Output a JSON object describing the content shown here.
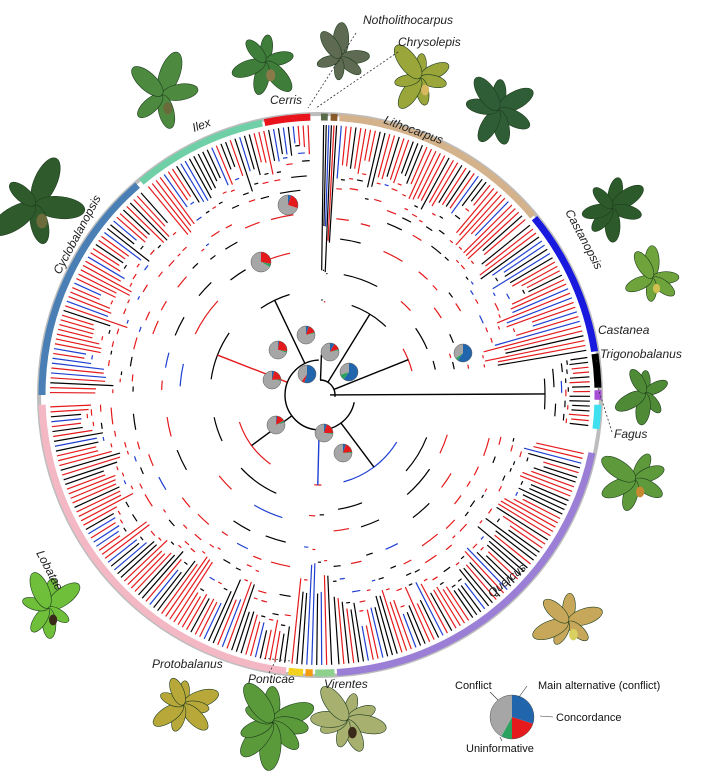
{
  "clades": [
    {
      "id": "cerris",
      "label": "Cerris",
      "color": "#e8131b"
    },
    {
      "id": "ilex",
      "label": "Ilex",
      "color": "#6fcfa7"
    },
    {
      "id": "cyclobalanopsis",
      "label": "Cyclobalanopsis",
      "color": "#4a7fb5"
    },
    {
      "id": "lobatae",
      "label": "Lobatae",
      "color": "#f4b8c4"
    },
    {
      "id": "protobalanus",
      "label": "Protobalanus",
      "color": "#f2d21f"
    },
    {
      "id": "ponticae",
      "label": "Ponticae",
      "color": "#f39c12"
    },
    {
      "id": "virentes",
      "label": "Virentes",
      "color": "#8ed08e"
    },
    {
      "id": "quercus",
      "label": "Quercus",
      "color": "#9b7fd6"
    },
    {
      "id": "fagus",
      "label": "Fagus",
      "color": "#3fe0f0"
    },
    {
      "id": "trigonobalanus",
      "label": "Trigonobalanus",
      "color": "#a64fd6"
    },
    {
      "id": "castanea",
      "label": "Castanea",
      "color": "#000000"
    },
    {
      "id": "castanopsis",
      "label": "Castanopsis",
      "color": "#1a1adf"
    },
    {
      "id": "lithocarpus",
      "label": "Lithocarpus",
      "color": "#d4b28c"
    },
    {
      "id": "chrysolepis",
      "label": "Chrysolepis",
      "color": "#8b5a2b"
    },
    {
      "id": "notholithocarpus",
      "label": "Notholithocarpus",
      "color": "#5a6b4a"
    }
  ],
  "legend": {
    "conflict": "Conflict",
    "main_alternative": "Main alternative (conflict)",
    "concordance": "Concordance",
    "uninformative": "Uninformative"
  },
  "colors": {
    "conflict": "#e41a1c",
    "main_alternative": "#2ca25f",
    "concordance": "#2166ac",
    "uninformative": "#a6a6a6",
    "branch_conflict": "#e41a1c",
    "branch_concordance": "#1f3fd1",
    "branch_neutral": "#000000",
    "outer_ring": "#bdbdbd"
  },
  "icons": [
    "leaf-photo-icon",
    "acorn-photo-icon"
  ]
}
